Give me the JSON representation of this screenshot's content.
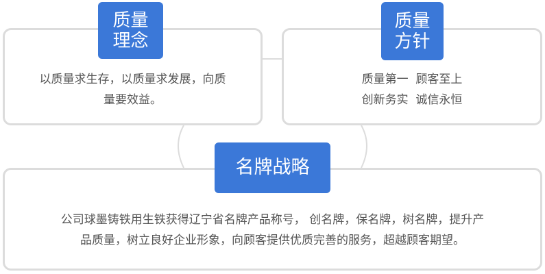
{
  "philosophy": {
    "title_lines": [
      "质量",
      "理念"
    ],
    "text_lines": [
      "以质量求生存，以质量求发展，向质",
      "量要效益。"
    ]
  },
  "policy": {
    "title_lines": [
      "质量",
      "方针"
    ],
    "text_lines": [
      "质量第一  顾客至上",
      "创新务实  诚信永恒"
    ]
  },
  "brand": {
    "title": "名牌战略",
    "text_lines": [
      "公司球墨铸铁用生铁获得辽宁省名牌产品称号， 创名牌，保名牌，树名牌，提升产",
      "品质量，树立良好企业形象，向顾客提供优质完善的服务，超越顾客期望。"
    ]
  },
  "colors": {
    "badge": "#3b78d8",
    "border": "#dcdcdc",
    "text": "#555555"
  }
}
